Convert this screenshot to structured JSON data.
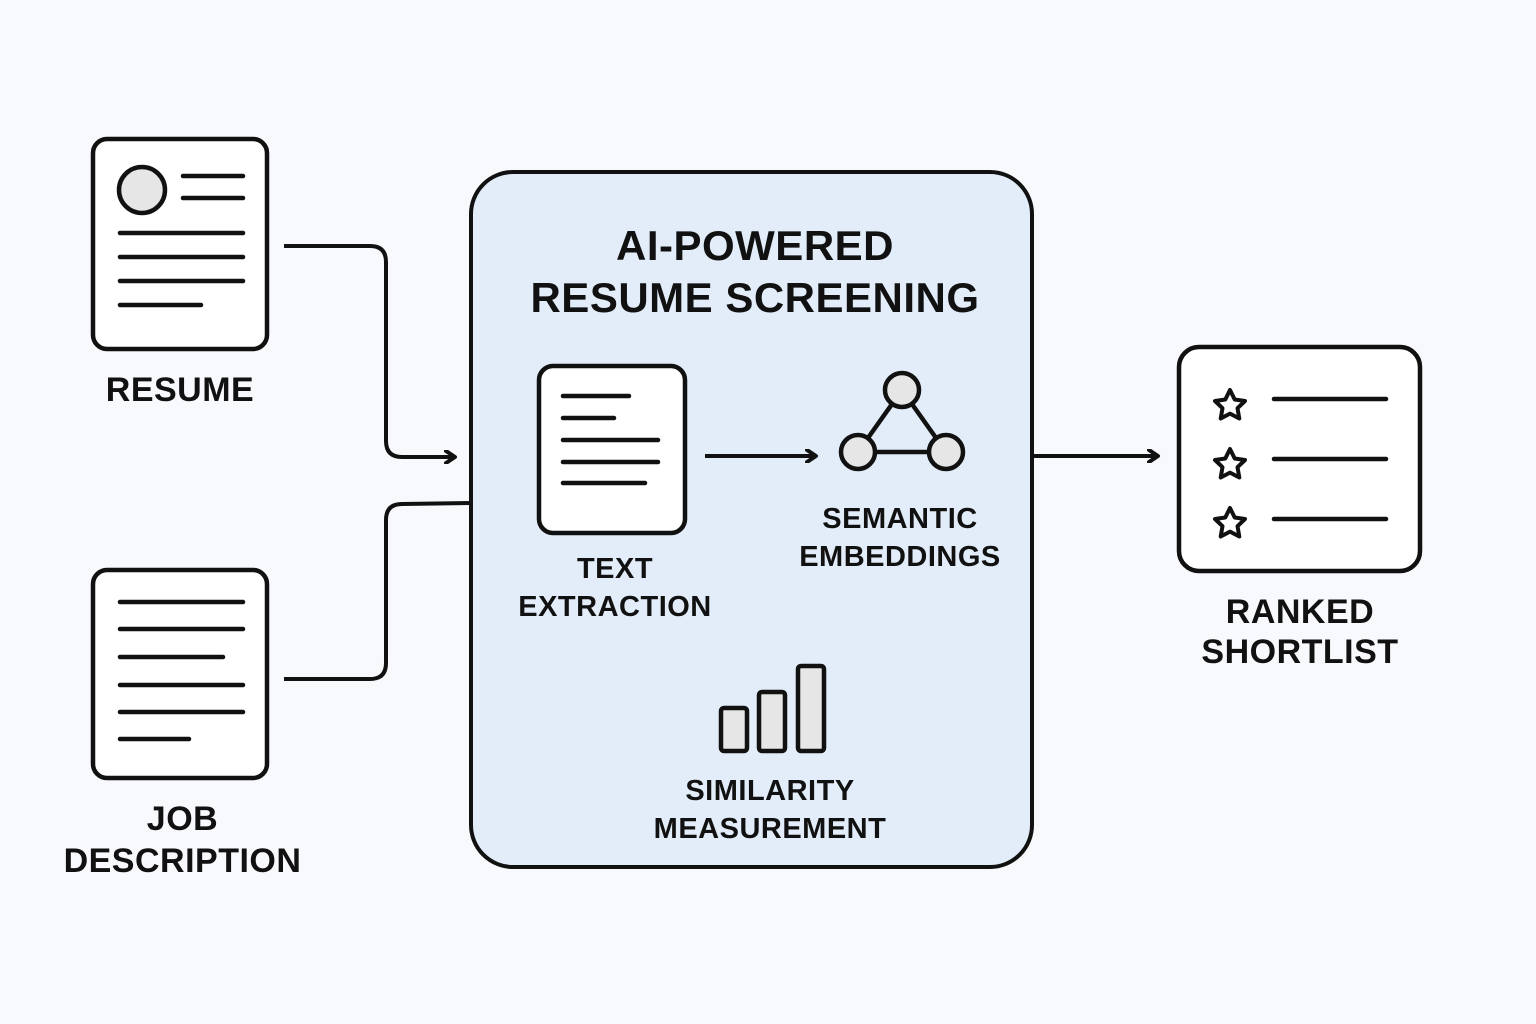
{
  "diagram": {
    "title": {
      "line1": "AI-POWERED",
      "line2": "RESUME SCREENING"
    },
    "inputs": {
      "resume": {
        "label": "RESUME",
        "icon": "resume-document-icon"
      },
      "job_description": {
        "label_line1": "JOB",
        "label_line2": "DESCRIPTION",
        "icon": "document-lines-icon"
      }
    },
    "process_steps": {
      "text_extraction": {
        "label_line1": "TEXT",
        "label_line2": "EXTRACTION",
        "icon": "text-document-icon"
      },
      "semantic_embeddings": {
        "label_line1": "SEMANTIC",
        "label_line2": "EMBEDDINGS",
        "icon": "network-triangle-icon"
      },
      "similarity_measurement": {
        "label_line1": "SIMILARITY",
        "label_line2": "MEASUREMENT",
        "icon": "bar-chart-icon"
      }
    },
    "output": {
      "label_line1": "RANKED",
      "label_line2": "SHORTLIST",
      "icon": "star-list-icon",
      "items_count": 3
    },
    "colors": {
      "background": "#f8f9fc",
      "process_box_fill": "#e2edf9",
      "stroke": "#111111",
      "node_fill": "#e6e6e6",
      "card_fill": "#ffffff"
    }
  }
}
